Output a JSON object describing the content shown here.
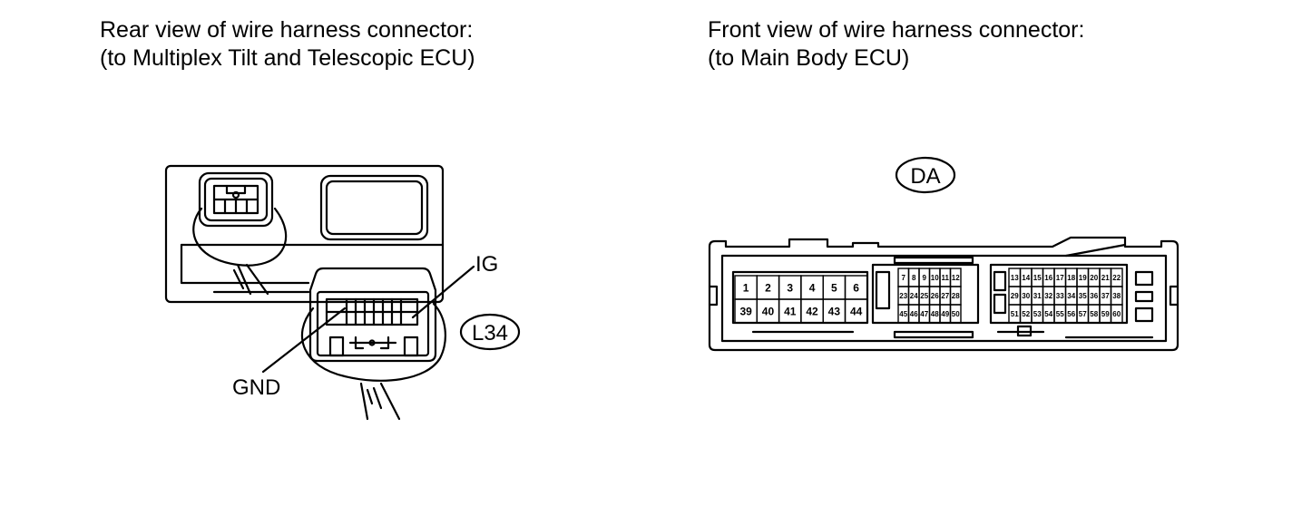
{
  "left_connector": {
    "caption_line1": "Rear view of wire harness connector:",
    "caption_line2": "(to Multiplex Tilt and Telescopic ECU)",
    "code": "L34",
    "label_ig": "IG",
    "label_gnd": "GND"
  },
  "right_connector": {
    "caption_line1": "Front view of wire harness connector:",
    "caption_line2": "(to Main Body ECU)",
    "code": "DA",
    "block_a": {
      "row1": [
        "1",
        "2",
        "3",
        "4",
        "5",
        "6"
      ],
      "row2": [
        "39",
        "40",
        "41",
        "42",
        "43",
        "44"
      ]
    },
    "block_b": {
      "row1": [
        "7",
        "8",
        "9",
        "10",
        "11",
        "12"
      ],
      "row2": [
        "23",
        "24",
        "25",
        "26",
        "27",
        "28"
      ],
      "row3": [
        "45",
        "46",
        "47",
        "48",
        "49",
        "50"
      ]
    },
    "block_c": {
      "row1": [
        "13",
        "14",
        "15",
        "16",
        "17",
        "18",
        "19",
        "20",
        "21",
        "22"
      ],
      "row2": [
        "29",
        "30",
        "31",
        "32",
        "33",
        "34",
        "35",
        "36",
        "37",
        "38"
      ],
      "row3": [
        "51",
        "52",
        "53",
        "54",
        "55",
        "56",
        "57",
        "58",
        "59",
        "60"
      ]
    }
  }
}
